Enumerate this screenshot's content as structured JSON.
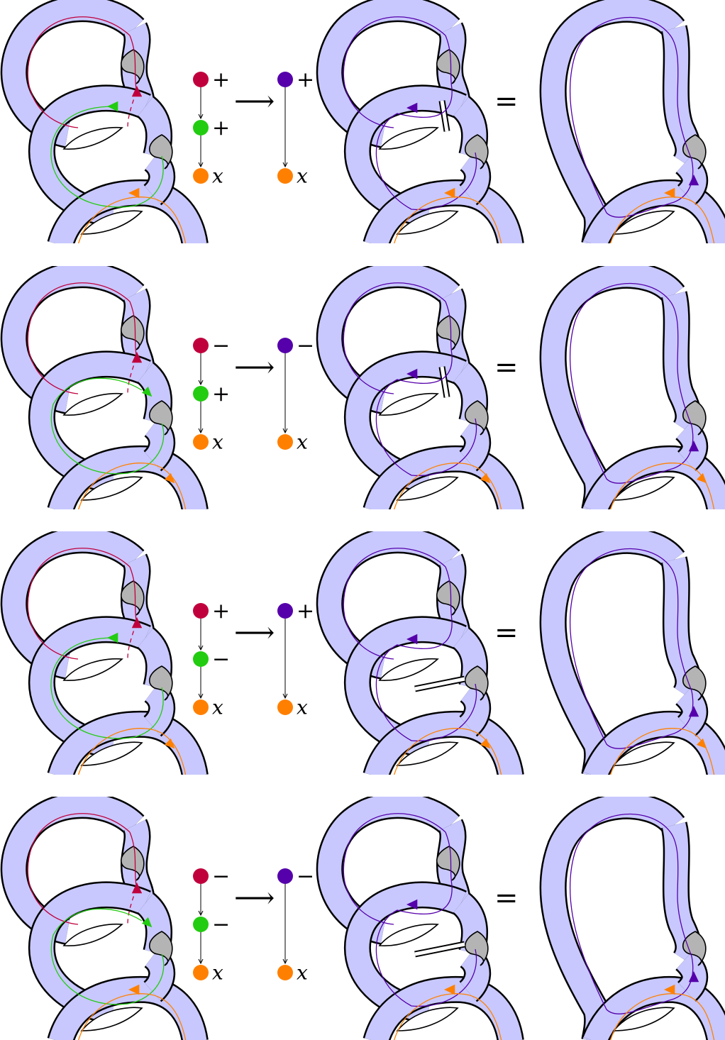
{
  "colors": {
    "band_fill": "#c8c8ff",
    "band_stroke": "#000000",
    "twist_fill": "#b4b4b4",
    "red": "#c0003c",
    "green": "#22cc11",
    "orange": "#ff8000",
    "purple": "#5500aa",
    "cut": "#ffffff"
  },
  "relations": {
    "arrow_symbol": "⟶",
    "equals_symbol": "="
  },
  "rows": [
    {
      "variant": "A",
      "left_signs": [
        "+",
        "+"
      ],
      "bottom_label": "x",
      "merged_sign": "+",
      "merged_bottom_label": "x",
      "cut_style": "vertical"
    },
    {
      "variant": "B",
      "left_signs": [
        "−",
        "+"
      ],
      "bottom_label": "x",
      "merged_sign": "−",
      "merged_bottom_label": "x",
      "cut_style": "vertical"
    },
    {
      "variant": "C",
      "left_signs": [
        "+",
        "−"
      ],
      "bottom_label": "x",
      "merged_sign": "+",
      "merged_bottom_label": "x",
      "cut_style": "diagonal"
    },
    {
      "variant": "D",
      "left_signs": [
        "−",
        "−"
      ],
      "bottom_label": "x",
      "merged_sign": "−",
      "merged_bottom_label": "x",
      "cut_style": "diagonal"
    }
  ]
}
